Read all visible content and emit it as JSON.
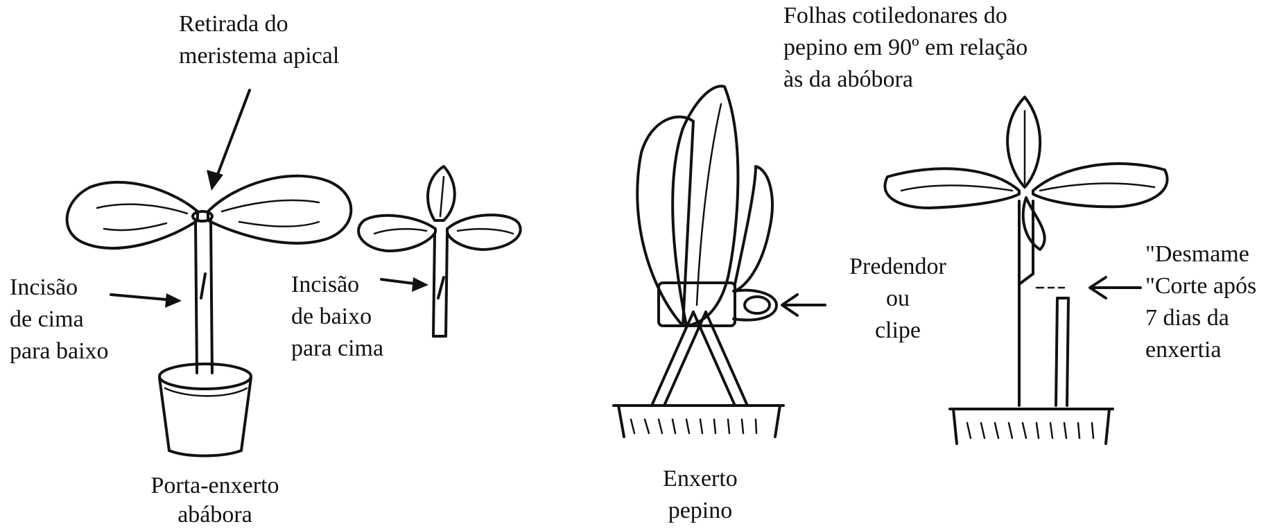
{
  "labels": {
    "meristem": [
      "Retirada do",
      "meristema apical"
    ],
    "incision_top": [
      "Incisão",
      "de cima",
      "para baixo"
    ],
    "incision_bottom": [
      "Incisão",
      "de baixo",
      "para cima"
    ],
    "rootstock": [
      "Porta-enxerto",
      "abábora"
    ],
    "cotyledon_note": [
      "Folhas cotiledonares do",
      "pepino em 90º em relação",
      "às da abóbora"
    ],
    "clip": [
      "Predendor",
      "ou",
      "clipe"
    ],
    "scion": [
      "Enxerto",
      "pepino"
    ],
    "weaning": [
      "\"Desmame",
      "\"Corte após",
      "7 dias da",
      "enxertia"
    ]
  },
  "colors": {
    "ink": "#111111",
    "background": "#ffffff"
  }
}
